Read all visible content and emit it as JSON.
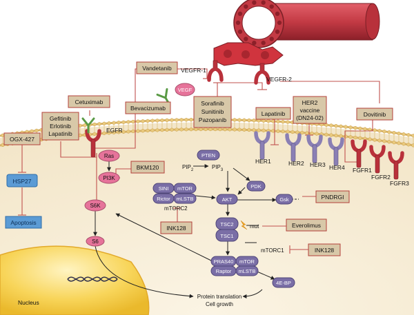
{
  "colors": {
    "drug_box_fill": "#d8c8a8",
    "drug_box_stroke": "#b3403a",
    "inhibit_line": "#c0504d",
    "protein_fill": "#7a6ea6",
    "pink_protein": "#e6739a",
    "blue_box": "#5b9bd5",
    "vessel": "#b8313b",
    "membrane": "#e0c07a",
    "nucleus": "#f6c945"
  },
  "drugs": {
    "vandetanib": "Vandetanib",
    "cetuximab": "Cetuximab",
    "bevacizumab": "Bevacizumab",
    "sorafinib": "Sorafinib",
    "sunitinib": "Sunitinib",
    "pazopanib": "Pazopanib",
    "lapatinib_her": "Lapatinib",
    "her2_vaccine_1": "HER2",
    "her2_vaccine_2": "vaccine",
    "her2_vaccine_3": "(DN24-02)",
    "dovitinib": "Dovitinib",
    "gefitinib": "Gefitinib",
    "erlotinib": "Erlotinib",
    "lapatinib_egfr": "Lapatinib",
    "ogx427": "OGX-427",
    "bkm120": "BKM120",
    "pndrgi": "PNDRGI",
    "ink128_a": "INK128",
    "everolimus": "Everolimus",
    "ink128_b": "INK128"
  },
  "receptors": {
    "vegfr1": "VEGFR-1",
    "vegfr2": "VEGFR-2",
    "vegf": "VEGF",
    "egfr": "EGFR",
    "her1": "HER1",
    "her2": "HER2",
    "her3": "HER3",
    "her4": "HER4",
    "fgfr1": "FGFR1",
    "fgfr2": "FGFR2",
    "fgfr3": "FGFR3"
  },
  "pathway": {
    "pten": "PTEN",
    "pip2": "PIP",
    "pip2_sub": "2",
    "pip3": "PIP",
    "pip3_sub": "3",
    "ras": "Ras",
    "pi3k": "PI3K",
    "sini": "SINI",
    "mtor_c2": "mTOR",
    "rictor": "Rictor",
    "mlstb_c2": "mLSTB",
    "mtorc2": "mTORC2",
    "pdk": "PDK",
    "akt": "AKT",
    "gsk": "Gsk",
    "tsc2": "TSC2",
    "tsc1": "TSC1",
    "mut": "mut",
    "mtorc1": "mTORC1",
    "pras40": "PRAS40",
    "mtor_c1": "mTOR",
    "raptor": "Raptor",
    "mlstb_c1": "mLSTB",
    "ebp": "4E-BP",
    "s6k": "S6K",
    "s6": "S6",
    "hsp27": "HSP27",
    "apoptosis": "Apoptosis",
    "output1": "Protein translation",
    "output2": "Cell growth",
    "nucleus": "Nucleus"
  }
}
